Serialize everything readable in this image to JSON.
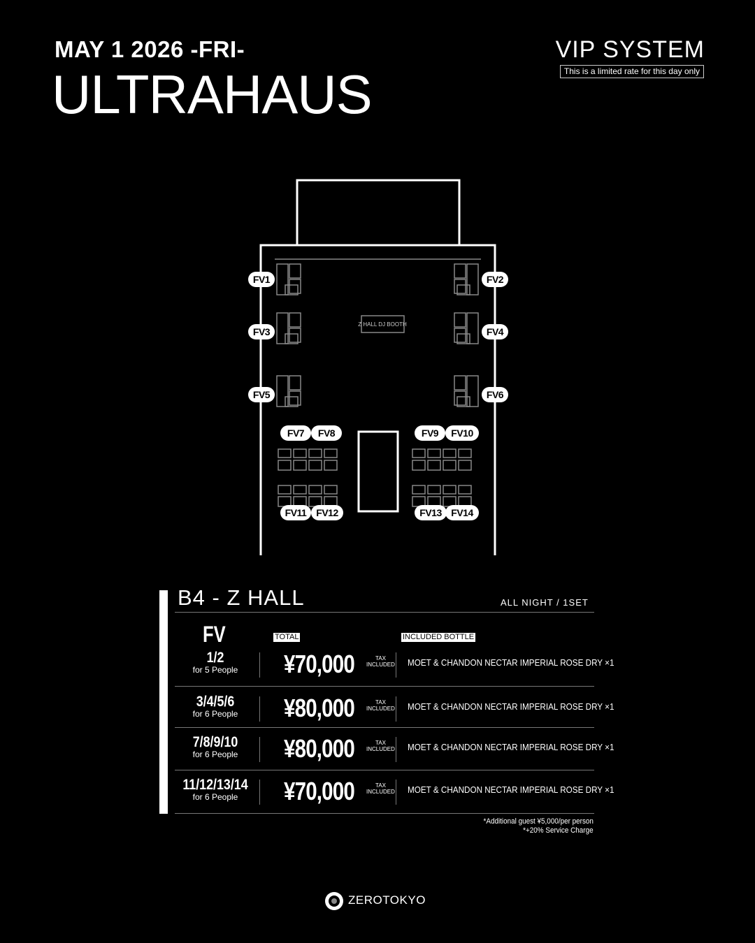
{
  "header": {
    "date": "MAY 1 2026 -FRI-",
    "event": "ULTRAHAUS",
    "system": "VIP SYSTEM",
    "note": "This is a limited rate for this day only"
  },
  "map": {
    "booth": "Z HALL DJ BOOTH",
    "fv_left": [
      "FV1",
      "FV3",
      "FV5"
    ],
    "fv_right": [
      "FV2",
      "FV4",
      "FV6"
    ],
    "fv_bottom_top": [
      "FV7",
      "FV8",
      "FV9",
      "FV10"
    ],
    "fv_bottom_low": [
      "FV11",
      "FV12",
      "FV13",
      "FV14"
    ]
  },
  "section": {
    "title": "B4 - Z HALL",
    "set": "ALL NIGHT / 1SET",
    "category": "FV",
    "total_label": "TOTAL",
    "bottle_label": "INCLUDED BOTTLE"
  },
  "rows": [
    {
      "seats": "1/2",
      "people": "for 5 People",
      "price": "¥70,000",
      "tax1": "TAX",
      "tax2": "INCLUDED",
      "bottle": "MOET & CHANDON NECTAR IMPERIAL ROSE DRY ×1"
    },
    {
      "seats": "3/4/5/6",
      "people": "for 6 People",
      "price": "¥80,000",
      "tax1": "TAX",
      "tax2": "INCLUDED",
      "bottle": "MOET & CHANDON NECTAR IMPERIAL ROSE DRY ×1"
    },
    {
      "seats": "7/8/9/10",
      "people": "for 6 People",
      "price": "¥80,000",
      "tax1": "TAX",
      "tax2": "INCLUDED",
      "bottle": "MOET & CHANDON NECTAR IMPERIAL ROSE DRY ×1"
    },
    {
      "seats": "11/12/13/14",
      "people": "for 6 People",
      "price": "¥70,000",
      "tax1": "TAX",
      "tax2": "INCLUDED",
      "bottle": "MOET & CHANDON NECTAR IMPERIAL ROSE DRY ×1"
    }
  ],
  "footnotes": [
    "*Additional guest ¥5,000/per person",
    "*+20% Service Charge"
  ],
  "brand": "ZEROTOKYO"
}
